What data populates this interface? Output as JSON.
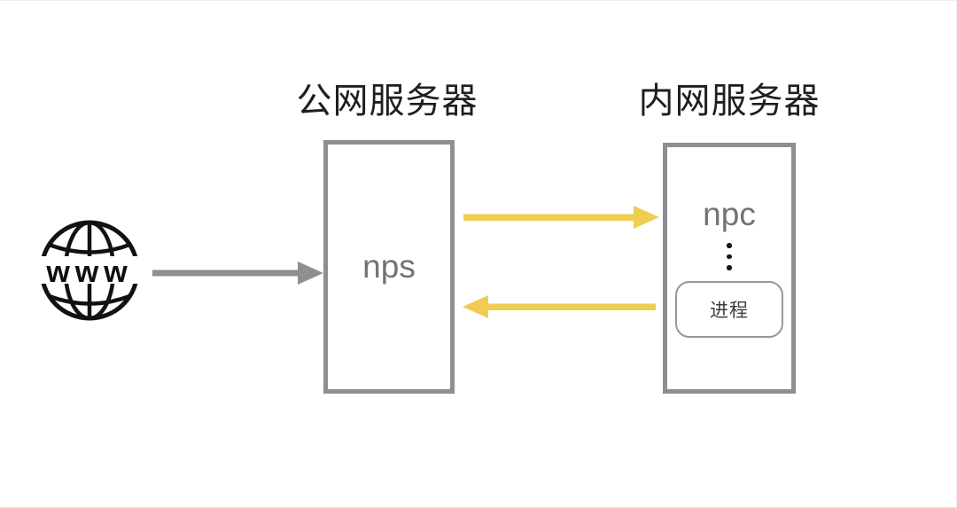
{
  "titles": {
    "public": "公网服务器",
    "private": "内网服务器"
  },
  "internet": {
    "icon": "www-globe",
    "label": "www"
  },
  "nps": {
    "label": "nps"
  },
  "npc": {
    "label": "npc",
    "ellipsis_icon": "vertical-ellipsis",
    "process": "进程"
  },
  "arrows": [
    {
      "name": "internet-to-nps",
      "direction": "right",
      "color": "#8E8E93"
    },
    {
      "name": "nps-to-npc",
      "direction": "right",
      "color": "#F0CC52"
    },
    {
      "name": "npc-to-nps",
      "direction": "left",
      "color": "#F0CC52"
    }
  ],
  "colors": {
    "box_border": "#8E8E93",
    "arrow_gray": "#8E8E93",
    "arrow_yellow": "#F0CC52",
    "node_label_gray": "#737373",
    "title_dark": "#1f1f1f",
    "icon_black": "#121212"
  }
}
